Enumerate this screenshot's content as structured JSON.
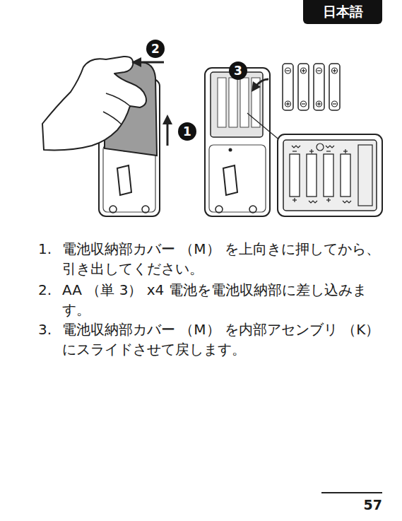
{
  "diagram": {
    "nodes": [
      {
        "text": [
          "日本語"
        ]
      }
    ],
    "labels": [
      "2",
      "3",
      "1",
      "1.",
      "電池収納部カバー （M） を上向きに押してから、引き出してください。",
      "2.",
      "AA （単 3） x4 電池を電池収納部に差し込みます。",
      "3.",
      "電池収納部カバー （M） を内部アセンブリ （K） にスライドさせて戻します。",
      "57"
    ]
  }
}
